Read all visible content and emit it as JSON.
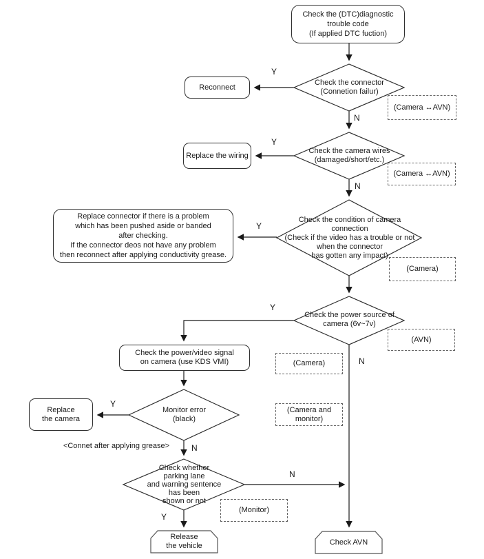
{
  "title": "Camera / AVN diagnostic troubleshooting flowchart",
  "colors": {
    "line": "#1a1a1a",
    "shape_border": "#2f2f2f",
    "terminal_border": "#555555",
    "dashed_border": "#666666",
    "background": "#ffffff",
    "text": "#1a1a1a"
  },
  "labels": {
    "yes": "Y",
    "no": "N"
  },
  "nodes": {
    "start": "Check the (DTC)diagnostic\ntrouble code\n(If applied DTC fuction)",
    "d1": "Check the connector\n(Connetion failur)",
    "reconnect": "Reconnect",
    "tag_camera_avn_1": "(Camera ↔AVN)",
    "d2": "Check the camera wires\n(damaged/short/etc.)",
    "replace_wiring": "Replace the wiring",
    "tag_camera_avn_2": "(Camera ↔AVN)",
    "d3": "Check the condition of camera\nconnection\n(Check if the video has a trouble or not\nwhen the connector\nhas gotten any impact)",
    "replace_connector_note": "Replace connector if there is a problem\nwhich has been pushed aside or banded\nafter checking.\nIf the connector deos not have any problem\nthen reconnect after applying conductivity grease.",
    "tag_camera_1": "(Camera)",
    "d4": "Check the power source of\ncamera (6v~7v)",
    "tag_avn": "(AVN)",
    "tag_camera_2": "(Camera)",
    "check_power_video": "Check the power/video signal\non camera (use KDS VMI)",
    "d5": "Monitor error\n(black)",
    "replace_camera": "Replace\nthe camera",
    "tag_camera_monitor": "(Camera and\nmonitor)",
    "grease_note": "<Connet after applying grease>",
    "d6": "Check whether\nparking lane\nand warning sentence\nhas been\nshown or not",
    "tag_monitor": "(Monitor)",
    "release_vehicle": "Release\nthe vehicle",
    "check_avn": "Check AVN"
  }
}
